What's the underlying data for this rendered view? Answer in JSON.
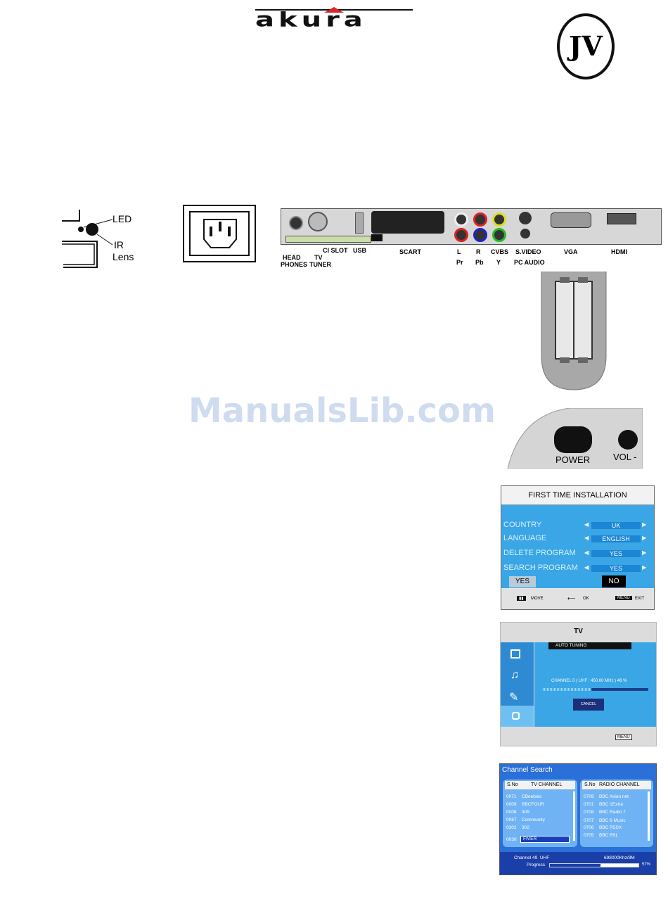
{
  "header": {
    "brand_logo_text": "akura",
    "badge_text": "JV"
  },
  "front_panel": {
    "led_label": "LED",
    "ir_label_line1": "IR",
    "ir_label_line2": "Lens"
  },
  "rear_panel": {
    "connectors": [
      {
        "line1": "HEAD",
        "line2": "PHONES"
      },
      {
        "line1": "TV",
        "line2": "TUNER"
      },
      {
        "line1": "CI SLOT",
        "line2": ""
      },
      {
        "line1": "USB",
        "line2": ""
      },
      {
        "line1": "SCART",
        "line2": ""
      },
      {
        "line1": "L",
        "line2": "Pr"
      },
      {
        "line1": "R",
        "line2": "Pb"
      },
      {
        "line1": "CVBS",
        "line2": "Y"
      },
      {
        "line1": "S.VIDEO",
        "line2": "PC AUDIO"
      },
      {
        "line1": "VGA",
        "line2": ""
      },
      {
        "line1": "HDMI",
        "line2": ""
      }
    ]
  },
  "watermark": "ManualsLib.com",
  "side_buttons": {
    "power_label": "POWER",
    "vol_label": "VOL -"
  },
  "first_time_installation": {
    "title": "FIRST TIME INSTALLATION",
    "rows": [
      {
        "label": "COUNTRY",
        "value": "UK"
      },
      {
        "label": "LANGUAGE",
        "value": "ENGLISH"
      },
      {
        "label": "DELETE PROGRAM",
        "value": "YES"
      },
      {
        "label": "SEARCH PROGRAM",
        "value": "YES"
      }
    ],
    "yes_button": "YES",
    "no_button": "NO",
    "footer": {
      "move_key": "▮▮",
      "move": "MOVE",
      "ok_key": "⟵",
      "ok": "OK",
      "menu_key": "MENU",
      "exit": "EXIT"
    }
  },
  "auto_tuning": {
    "title": "TV",
    "tab": "AUTO TUNING",
    "status": "CHANNEL 0 ( UHF : 450.00 MHz ) 46 %",
    "progress": 0.46,
    "cancel_button": "CANCEL",
    "menu_button": "MENU",
    "side_icons": [
      "picture-icon",
      "music-icon",
      "settings-icon",
      "tv-icon"
    ]
  },
  "channel_search": {
    "title": "Channel Search",
    "tv_header_no": "S.No",
    "tv_header": "TV CHANNEL",
    "radio_header_no": "S.No",
    "radio_header": "RADIO CHANNEL",
    "tv_channels": [
      {
        "no": "0071",
        "name": "CBeebies"
      },
      {
        "no": "0009",
        "name": "BBCFOUR"
      },
      {
        "no": "0008",
        "name": "305"
      },
      {
        "no": "0087",
        "name": "Community"
      },
      {
        "no": "0302",
        "name": "302"
      }
    ],
    "tv_selected": {
      "no": "0030",
      "name": "FIVER"
    },
    "radio_channels": [
      {
        "no": "0709",
        "name": "BBC Asian net"
      },
      {
        "no": "0701",
        "name": "BBC 1Extra"
      },
      {
        "no": "0708",
        "name": "BBC Radio 7"
      },
      {
        "no": "0707",
        "name": "BBC 6 Music"
      },
      {
        "no": "0706",
        "name": "BBC R5SX"
      },
      {
        "no": "0705",
        "name": "BBC R5L"
      }
    ],
    "channel_info": "Channel 49  UHF",
    "frequency": "698000Khz/8M",
    "progress_label": "Progress",
    "progress_text": "57%",
    "progress": 0.57
  }
}
